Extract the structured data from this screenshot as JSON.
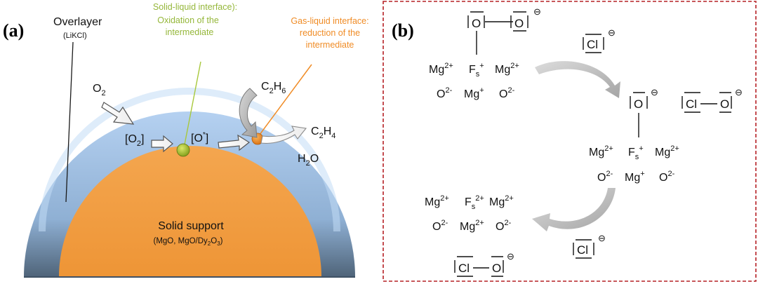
{
  "panel_a": {
    "label": "(a)",
    "overlayer": {
      "title": "Overlayer",
      "sub": "(LiKCl)"
    },
    "solid_liquid": {
      "line1": "Solid-liquid interface):",
      "line2": "Oxidation of the",
      "line3": "intermediate"
    },
    "gas_liquid": {
      "line1": "Gas-liquid interface:",
      "line2": "reduction of the",
      "line3": "intermediate"
    },
    "o2": {
      "base": "O",
      "sub": "2"
    },
    "o2_ads": {
      "open": "[O",
      "sub": "2",
      "close": "]"
    },
    "o_star": {
      "open": "[O",
      "sup": "*",
      "close": "]"
    },
    "c2h6": {
      "c": "C",
      "c_sub": "2",
      "h": "H",
      "h_sub": "6"
    },
    "c2h4": {
      "c": "C",
      "c_sub": "2",
      "h": "H",
      "h_sub": "4"
    },
    "h2o": {
      "h": "H",
      "h_sub": "2",
      "o": "O"
    },
    "support": {
      "title": "Solid support",
      "sub_pre": "(MgO, MgO/Dy",
      "sub_2": "2",
      "sub_mid": "O",
      "sub_3": "3",
      "sub_post": ")"
    },
    "colors": {
      "overlayer": "#a9c8ec",
      "overlayer_dark": "#546a7f",
      "support": "#f3a049",
      "green": "#9bbd2b",
      "orange_text": "#f08c26",
      "green_text": "#95b73a"
    }
  },
  "panel_b": {
    "label": "(b)",
    "peroxide_top": {
      "o1": "O",
      "o2": "O",
      "charge": "⊖"
    },
    "cl_top": {
      "cl": "Cl",
      "charge": "⊖"
    },
    "site1": {
      "mg1": "Mg",
      "mg1_sup": "2+",
      "f": "F",
      "f_sub": "s",
      "f_sup": "+",
      "mg2": "Mg",
      "mg2_sup": "2+",
      "o1": "O",
      "o1_sup": "2-",
      "mgc": "Mg",
      "mgc_sup": "+",
      "o2": "O",
      "o2_sup": "2-"
    },
    "o_mid": {
      "o": "O",
      "charge": "⊖"
    },
    "clo_mid": {
      "cl": "Cl",
      "o": "O",
      "charge": "⊖"
    },
    "site2": {
      "mg1": "Mg",
      "mg1_sup": "2+",
      "f": "F",
      "f_sub": "s",
      "f_sup": "+",
      "mg2": "Mg",
      "mg2_sup": "2+",
      "o1": "O",
      "o1_sup": "2-",
      "mgc": "Mg",
      "mgc_sup": "+",
      "o2": "O",
      "o2_sup": "2-"
    },
    "site3": {
      "mg1": "Mg",
      "mg1_sup": "2+",
      "f": "F",
      "f_sub": "s",
      "f_sup": "2+",
      "mg2": "Mg",
      "mg2_sup": "2+",
      "o1": "O",
      "o1_sup": "2-",
      "mgc": "Mg",
      "mgc_sup": "2+",
      "o2": "O",
      "o2_sup": "2-"
    },
    "cl_bottom": {
      "cl": "Cl",
      "charge": "⊖"
    },
    "clo_bottom": {
      "cl": "Cl",
      "o": "O",
      "charge": "⊖"
    },
    "colors": {
      "frame": "#b52025",
      "arrow": "#b5b5b5"
    }
  }
}
